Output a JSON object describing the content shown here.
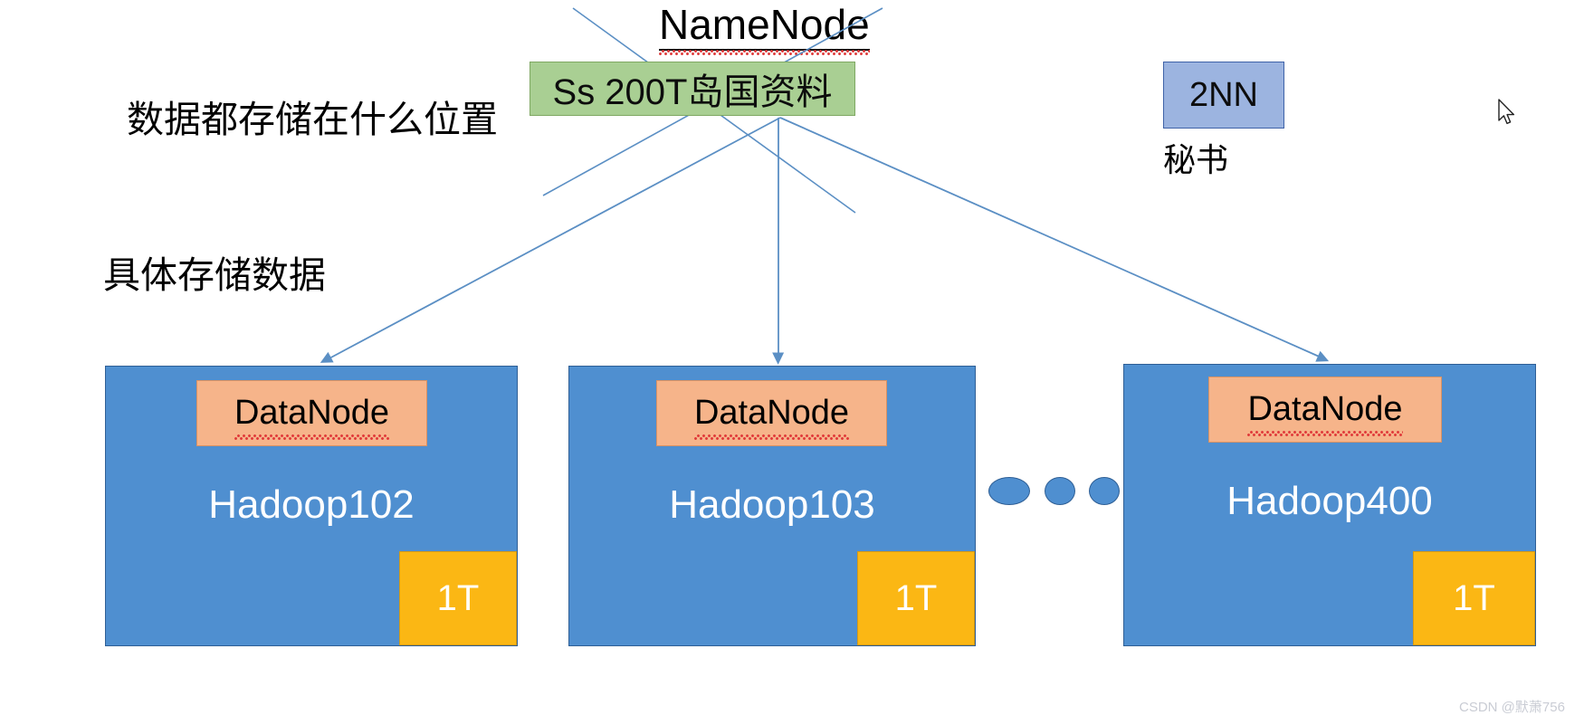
{
  "diagram": {
    "title": "NameNode",
    "namenode_box_label": "Ss 200T岛国资料",
    "secondary_namenode": {
      "label": "2NN",
      "subtitle": "秘书"
    },
    "annotations": {
      "location_question": "数据都存储在什么位置",
      "storage_note": "具体存储数据"
    },
    "nodes": [
      {
        "role_label": "DataNode",
        "host": "Hadoop102",
        "capacity": "1T"
      },
      {
        "role_label": "DataNode",
        "host": "Hadoop103",
        "capacity": "1T"
      },
      {
        "role_label": "DataNode",
        "host": "Hadoop400",
        "capacity": "1T"
      }
    ],
    "ellipsis_hint": "...",
    "colors": {
      "namenode_fill": "#a9cf93",
      "namenode_stroke": "#7fa863",
      "twonn_fill": "#9cb4e0",
      "twonn_stroke": "#3f62a8",
      "node_fill": "#4f8fd0",
      "node_stroke": "#2f5f95",
      "datanode_fill": "#f6b48a",
      "datanode_stroke": "#d99263",
      "capacity_fill": "#fbb714",
      "connector": "#5b8fc4",
      "spellcheck_underline": "#e03b3b"
    }
  },
  "watermark": {
    "text": "CSDN @默萧756"
  },
  "cursor": {
    "icon": "mouse-pointer"
  }
}
